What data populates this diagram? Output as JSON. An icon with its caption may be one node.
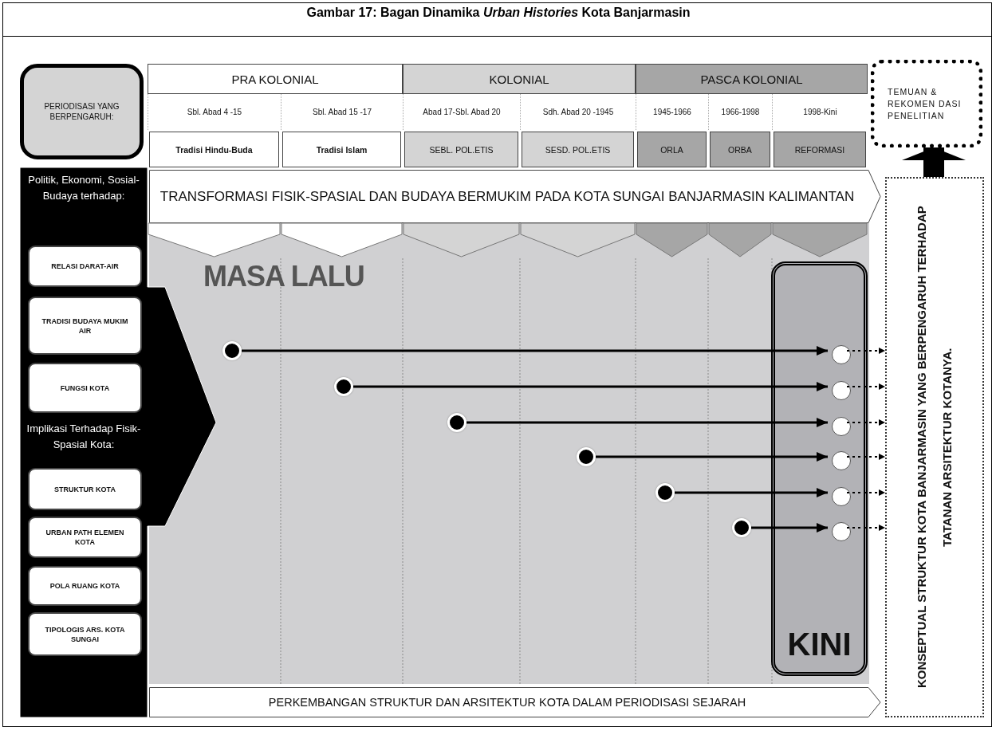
{
  "diagram": {
    "title": "Gambar 17: Bagan Dinamika *Urban Histories* Kota Banjarmasin",
    "nodes": [
      {
        "text": [
          "PERIODISASI YANG BERPENGARUH:"
        ]
      },
      {
        "text": [
          "PRA KOLONIAL"
        ]
      },
      {
        "text": [
          "KOLONIAL"
        ]
      },
      {
        "text": [
          "PASCA KOLONIAL"
        ]
      },
      {
        "text": [
          "Sbl. Abad 4 -15"
        ]
      },
      {
        "text": [
          "Sbl. Abad 15 -17"
        ]
      },
      {
        "text": [
          "Abad 17-Sbl. Abad 20"
        ]
      },
      {
        "text": [
          "Sdh. Abad 20 -1945"
        ]
      },
      {
        "text": [
          "1945-1966"
        ]
      },
      {
        "text": [
          "1966-1998"
        ]
      },
      {
        "text": [
          "1998-Kini"
        ]
      },
      {
        "text": [
          "Tradisi Hindu-Buda"
        ]
      },
      {
        "text": [
          "Tradisi Islam"
        ]
      },
      {
        "text": [
          "SEBL. POL.ETIS"
        ]
      },
      {
        "text": [
          "SESD. POL.ETIS"
        ]
      },
      {
        "text": [
          "ORLA"
        ]
      },
      {
        "text": [
          "ORBA"
        ]
      },
      {
        "text": [
          "REFORMASI"
        ]
      },
      {
        "text": [
          "TEMUAN & REKOMEN DASI PENELITIAN"
        ]
      },
      {
        "text": [
          "Politik, Ekonomi, Sosial-Budaya terhadap:",
          "Implikasi Terhadap Fisik-Spasial Kota:"
        ]
      },
      {
        "text": [
          "RELASI DARAT-AIR"
        ],
        "in": 19
      },
      {
        "text": [
          "TRADISI BUDAYA MUKIM AIR"
        ],
        "in": 19
      },
      {
        "text": [
          "FUNGSI KOTA"
        ],
        "in": 19
      },
      {
        "text": [
          "STRUKTUR KOTA"
        ],
        "in": 19
      },
      {
        "text": [
          "URBAN PATH ELEMEN KOTA"
        ],
        "in": 19
      },
      {
        "text": [
          "POLA RUANG KOTA"
        ],
        "in": 19
      },
      {
        "text": [
          "TIPOLOGIS ARS. KOTA SUNGAI"
        ],
        "in": 19
      },
      {
        "text": [
          "TRANSFORMASI FISIK-SPASIAL DAN BUDAYA BERMUKIM PADA KOTA SUNGAI BANJARMASIN KALIMANTAN"
        ]
      },
      {
        "text": [
          "MASA LALU"
        ]
      },
      {
        "text": [],
        "shape": "circle",
        "in": 28
      },
      {
        "text": [],
        "shape": "circle",
        "in": 28
      },
      {
        "text": [],
        "shape": "circle",
        "in": 28
      },
      {
        "text": [],
        "shape": "circle",
        "in": 28
      },
      {
        "text": [],
        "shape": "circle",
        "in": 28
      },
      {
        "text": [],
        "shape": "circle",
        "in": 28
      },
      {
        "text": [
          "KINI"
        ],
        "in": 28
      },
      {
        "text": [],
        "shape": "circle",
        "in": 35
      },
      {
        "text": [],
        "shape": "circle",
        "in": 35
      },
      {
        "text": [],
        "shape": "circle",
        "in": 35
      },
      {
        "text": [],
        "shape": "circle",
        "in": 35
      },
      {
        "text": [],
        "shape": "circle",
        "in": 35
      },
      {
        "text": [],
        "shape": "circle",
        "in": 35
      },
      {
        "text": [
          "PERKEMBANGAN STRUKTUR DAN ARSITEKTUR KOTA DALAM PERIODISASI SEJARAH"
        ]
      },
      {
        "text": [
          "KONSEPTUAL STRUKTUR KOTA BANJARMASIN YANG BERPENGARUH TERHADAP TATANAN ARSITEKTUR KOTANYA."
        ]
      }
    ],
    "edges": [
      {
        "from": 29,
        "to": 36,
        "arrow": "to"
      },
      {
        "from": 30,
        "to": 37,
        "arrow": "to"
      },
      {
        "from": 31,
        "to": 38,
        "arrow": "to"
      },
      {
        "from": 32,
        "to": 39,
        "arrow": "to"
      },
      {
        "from": 33,
        "to": 40,
        "arrow": "to"
      },
      {
        "from": 34,
        "to": 41,
        "arrow": "to"
      },
      {
        "from": 36,
        "to": 43,
        "arrow": "to",
        "style": "dashed"
      },
      {
        "from": 37,
        "to": 43,
        "arrow": "to",
        "style": "dashed"
      },
      {
        "from": 38,
        "to": 43,
        "arrow": "to",
        "style": "dashed"
      },
      {
        "from": 39,
        "to": 43,
        "arrow": "to",
        "style": "dashed"
      },
      {
        "from": 40,
        "to": 43,
        "arrow": "to",
        "style": "dashed"
      },
      {
        "from": 41,
        "to": 43,
        "arrow": "to",
        "style": "dashed"
      },
      {
        "from": 43,
        "to": 18,
        "arrow": "to",
        "style": "thick"
      }
    ]
  }
}
